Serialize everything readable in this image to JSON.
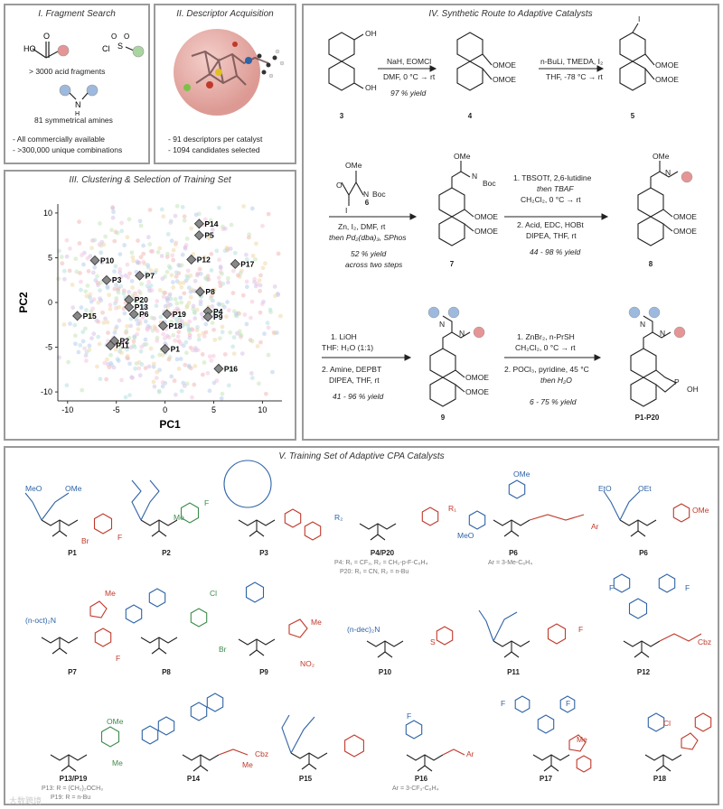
{
  "panel1": {
    "title": "I. Fragment Search",
    "acid_count": "> 3000 acid fragments",
    "amine_count": "81 symmetrical amines",
    "bullets": [
      "- All commercially available",
      "- >300,000 unique combinations"
    ]
  },
  "panel2": {
    "title": "II. Descriptor Acquisition",
    "bullets": [
      "- 91 descriptors per catalyst",
      "- 1094 candidates selected"
    ]
  },
  "panel3": {
    "title": "III. Clustering & Selection of Training Set",
    "xlabel": "PC1",
    "ylabel": "PC2"
  },
  "chart_data": {
    "type": "scatter",
    "xlabel": "PC1",
    "ylabel": "PC2",
    "xlim": [
      -11,
      12
    ],
    "ylim": [
      -11,
      11
    ],
    "xticks": [
      -10,
      -5,
      0,
      5,
      10
    ],
    "yticks": [
      -10,
      -5,
      0,
      5,
      10
    ],
    "series": [
      {
        "name": "P14",
        "x": 3.5,
        "y": 8.8
      },
      {
        "name": "P5",
        "x": 3.5,
        "y": 7.5
      },
      {
        "name": "P12",
        "x": 2.7,
        "y": 4.8
      },
      {
        "name": "P17",
        "x": 7.2,
        "y": 4.3
      },
      {
        "name": "P10",
        "x": -7.2,
        "y": 4.7
      },
      {
        "name": "P7",
        "x": -2.6,
        "y": 3.0
      },
      {
        "name": "P3",
        "x": -6.0,
        "y": 2.5
      },
      {
        "name": "P8",
        "x": 3.6,
        "y": 1.2
      },
      {
        "name": "P20",
        "x": -3.7,
        "y": 0.3
      },
      {
        "name": "P13",
        "x": -3.7,
        "y": -0.5
      },
      {
        "name": "P6",
        "x": -3.2,
        "y": -1.3
      },
      {
        "name": "P4",
        "x": 4.4,
        "y": -1.0
      },
      {
        "name": "P9",
        "x": 4.4,
        "y": -1.6
      },
      {
        "name": "P19",
        "x": 0.2,
        "y": -1.3
      },
      {
        "name": "P18",
        "x": -0.2,
        "y": -2.6
      },
      {
        "name": "P15",
        "x": -9.0,
        "y": -1.5
      },
      {
        "name": "P2",
        "x": -5.2,
        "y": -4.3
      },
      {
        "name": "P11",
        "x": -5.6,
        "y": -4.8
      },
      {
        "name": "P1",
        "x": 0.0,
        "y": -5.2
      },
      {
        "name": "P16",
        "x": 5.5,
        "y": -7.4
      }
    ]
  },
  "panel4": {
    "title": "IV. Synthetic Route to Adaptive Catalysts",
    "step1": {
      "reagents": "NaH, EOMCl",
      "conditions": "DMF, 0 °C → rt",
      "yield": "97 % yield"
    },
    "step2": {
      "reagents": "n-BuLi, TMEDA, I₂",
      "conditions": "THF, -78 °C → rt"
    },
    "step3": {
      "line1": "Zn, I₂, DMF, rt",
      "line2": "then Pd₂(dba)₃, SPhos",
      "yield1": "52 % yield",
      "yield2": "across two steps"
    },
    "step4": {
      "line1": "1. TBSOTf, 2,6-lutidine",
      "line2": "then TBAF",
      "line3": "CH₂Cl₂, 0 °C → rt",
      "line4": "2. Acid, EDC, HOBt",
      "line5": "DIPEA, THF, rt",
      "yield": "44 - 98 % yield"
    },
    "step5": {
      "line1": "1. LiOH",
      "line2": "THF: H₂O (1:1)",
      "line3": "2. Amine, DEPBT",
      "line4": "DIPEA, THF, rt",
      "yield": "41 - 96 % yield"
    },
    "step6": {
      "line1": "1. ZnBr₂, n-PrSH",
      "line2": "CH₂Cl₂, 0 °C → rt",
      "line3": "2. POCl₃, pyridine, 45 °C",
      "line4": "then H₂O",
      "yield": "6 - 75 % yield"
    },
    "compounds": [
      "3",
      "4",
      "5",
      "6",
      "7",
      "8",
      "9",
      "P1-P20"
    ],
    "group_labels": {
      "oh": "OH",
      "omoe": "OMOE",
      "boc": "Boc",
      "ome": "OMe",
      "i": "I",
      "nh": "N",
      "h": "H",
      "o": "O",
      "p": "P",
      "oh2": "OH"
    }
  },
  "panel5": {
    "title": "V. Training Set of Adaptive CPA Catalysts",
    "row1": [
      "P1",
      "P2",
      "P3",
      "P4/P20",
      "P6",
      "P6"
    ],
    "row2": [
      "P7",
      "P8",
      "P9",
      "P10",
      "P11",
      "P12"
    ],
    "row3": [
      "P13/P19",
      "P14",
      "P15",
      "P16",
      "P17",
      "P18"
    ],
    "notes": {
      "p4": "P4: R₁ = CF₃, R₂ = CH₂-p-F-C₆H₄",
      "p20": "P20: R₁ = CN, R₂ = n-Bu",
      "p6": "Ar = 3-Me-C₆H₄",
      "p16": "Ar = 3-CF₃-C₆H₄",
      "p13": "P13: R = (CH₂)₂OCH₃",
      "p19": "P19: R = n-Bu"
    },
    "fragment_labels": {
      "p7": "(n-oct)₂N",
      "p10": "(n-dec)₂N",
      "p4r": "R₂",
      "p4r1": "R₁",
      "ome": "OMe",
      "meo": "MeO",
      "eto": "EtO",
      "oet": "OEt",
      "me": "Me",
      "f": "F",
      "br": "Br",
      "cl": "Cl",
      "cbz": "Cbz",
      "no2": "NO₂",
      "s": "S",
      "ar": "Ar",
      "n": "N"
    }
  },
  "colors": {
    "amine": "#2e63a6",
    "acid": "#c0392b",
    "sulfonyl": "#3c8c4a",
    "frame": "#9a9a9a",
    "blue_bead": "#9db9dd",
    "red_bead": "#e59595"
  },
  "watermark": "大数跨境"
}
